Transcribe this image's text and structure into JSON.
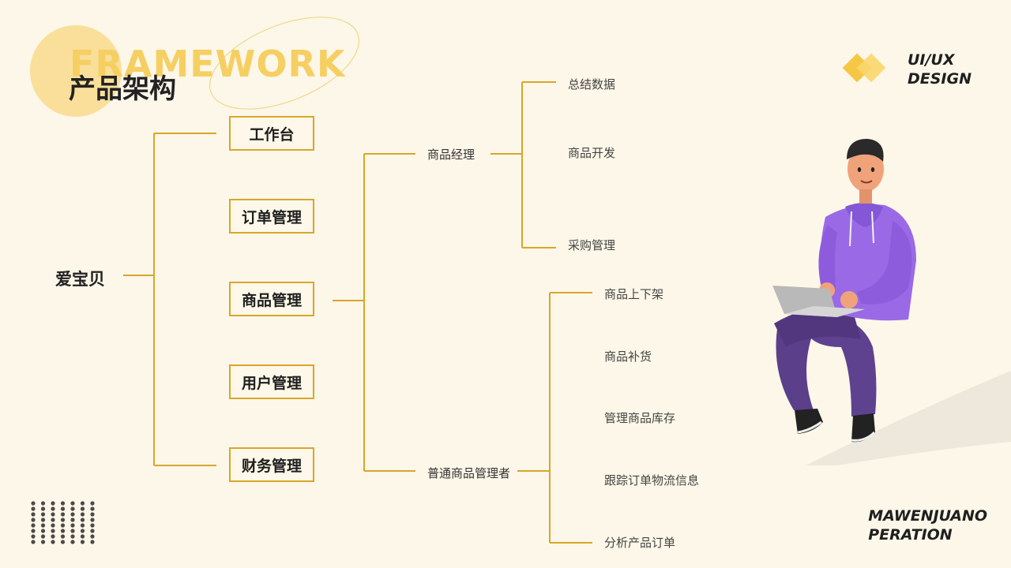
{
  "header": {
    "title_en": "FRAMEWORK",
    "title_cn": "产品架构"
  },
  "brand": {
    "line1": "UI/UX",
    "line2": "DESIGN"
  },
  "footer": {
    "line1": "MAWENJUANO",
    "line2": "PERATION"
  },
  "tree": {
    "root": "爱宝贝",
    "modules": [
      "工作台",
      "订单管理",
      "商品管理",
      "用户管理",
      "财务管理"
    ],
    "roles": [
      {
        "label": "商品经理",
        "tasks": [
          "总结数据",
          "商品开发",
          "采购管理"
        ]
      },
      {
        "label": "普通商品管理者",
        "tasks": [
          "商品上下架",
          "商品补货",
          "管理商品库存",
          "跟踪订单物流信息",
          "分析产品订单"
        ]
      }
    ]
  },
  "colors": {
    "accent": "#d9a62b",
    "title_yellow": "#f6cf63",
    "background": "#fcf7e8",
    "hoodie": "#9a6ae6",
    "pants": "#5b3f8a"
  }
}
